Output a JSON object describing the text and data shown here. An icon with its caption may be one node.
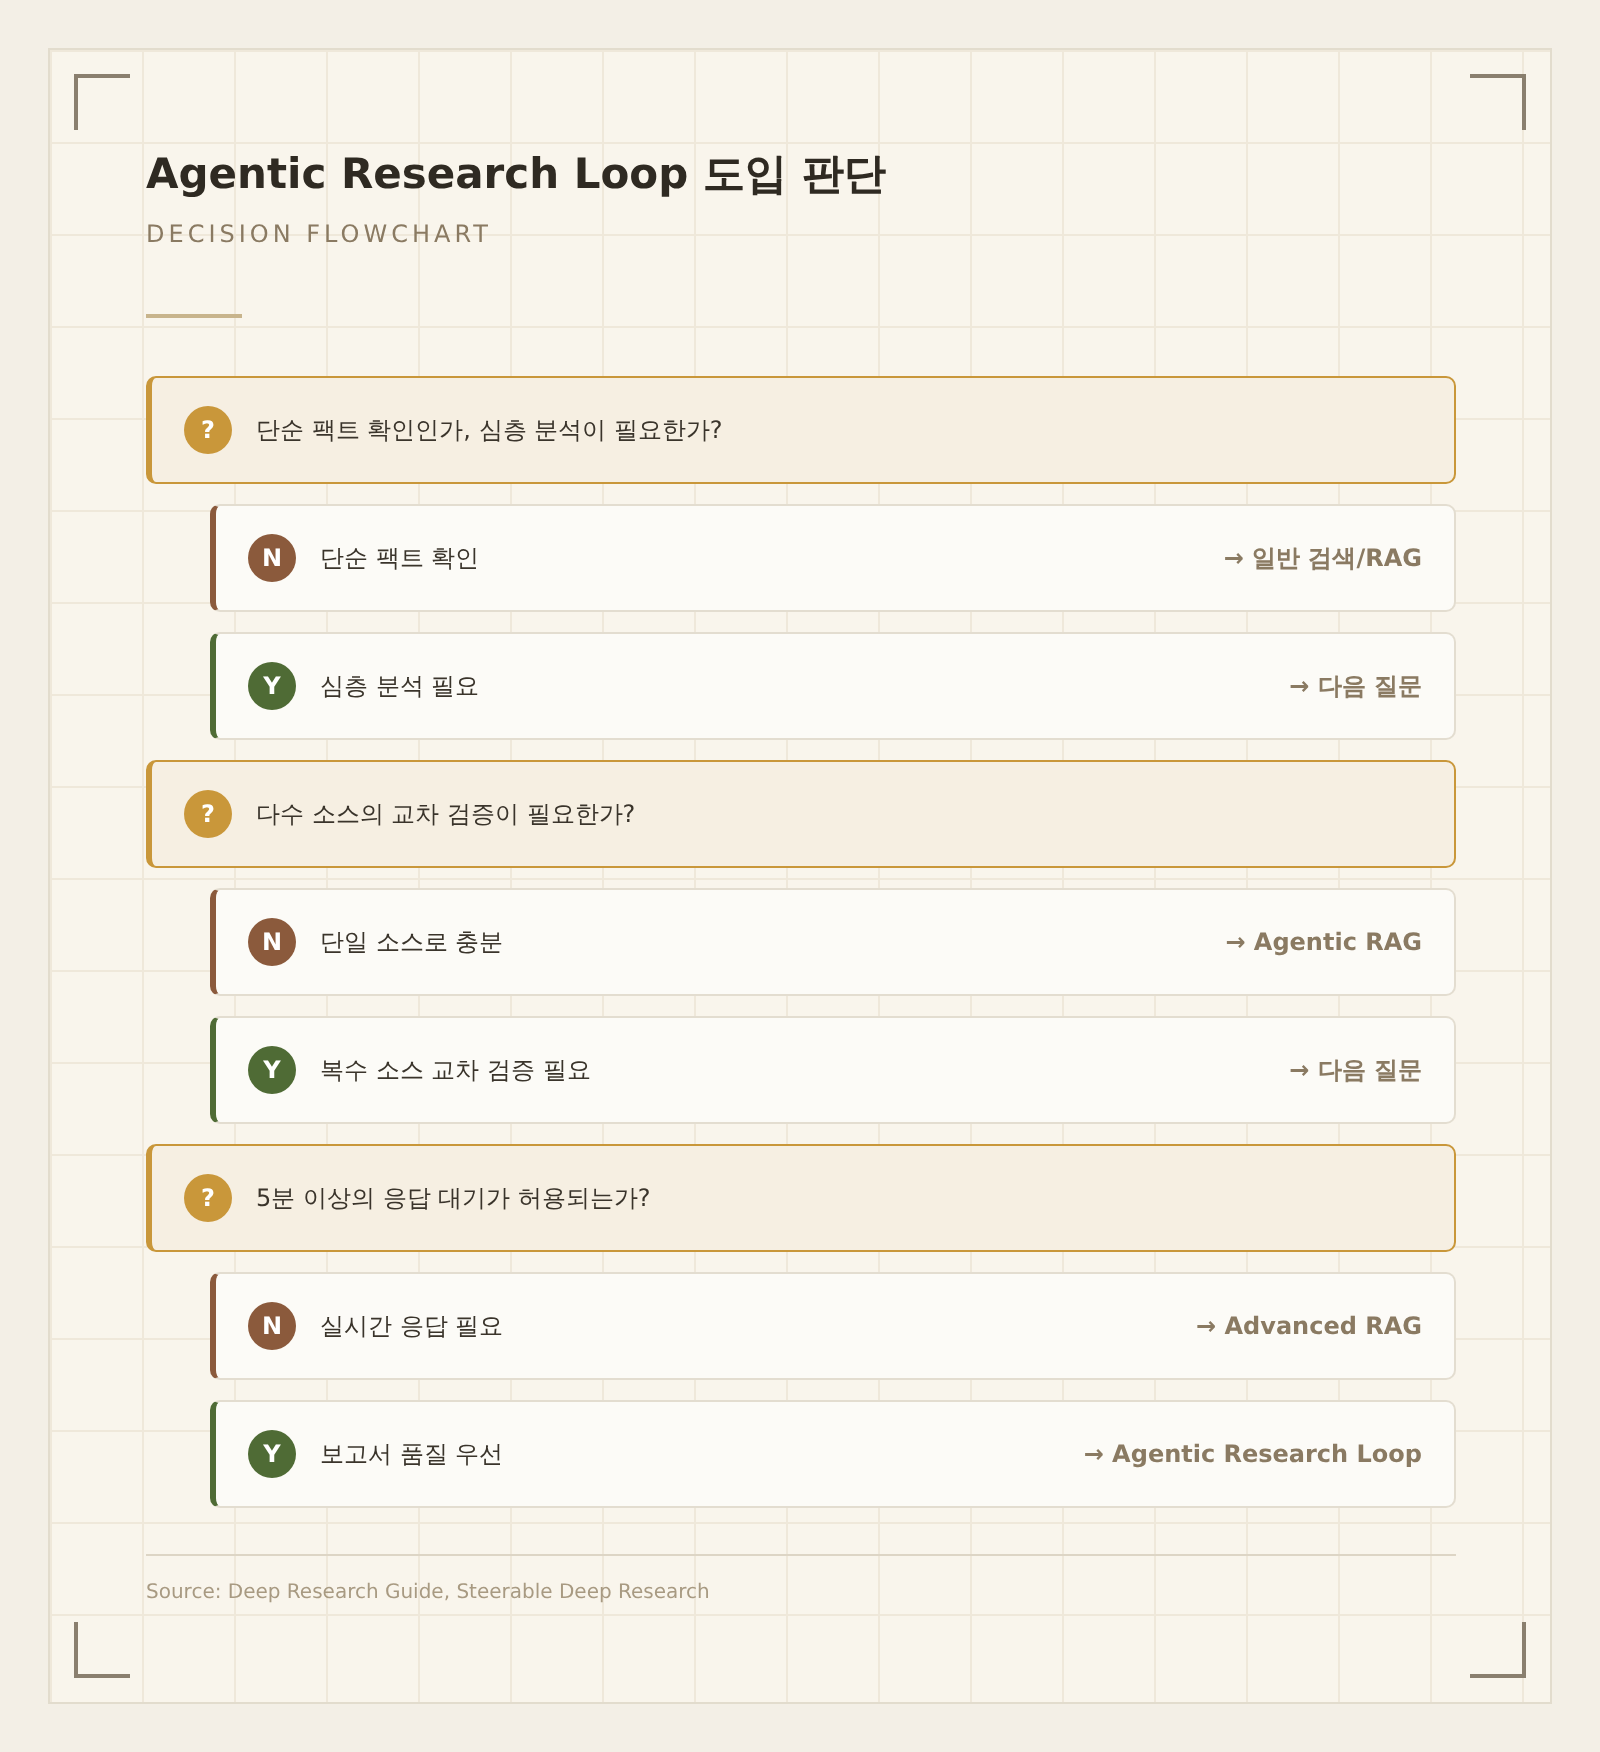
{
  "diagram": {
    "title": "Agentic Research Loop 도입 판단",
    "nodes": [
      {
        "text": [
          "?",
          "단순 팩트 확인인가, 심층 분석이 필요한가?"
        ]
      },
      {
        "text": [
          "N",
          "단순 팩트 확인",
          "→ 일반 검색/RAG"
        ]
      },
      {
        "text": [
          "Y",
          "심층 분석 필요",
          "→ 다음 질문"
        ]
      },
      {
        "text": [
          "?",
          "다수 소스의 교차 검증이 필요한가?"
        ]
      },
      {
        "text": [
          "N",
          "단일 소스로 충분",
          "→ Agentic RAG"
        ]
      },
      {
        "text": [
          "Y",
          "복수 소스 교차 검증 필요",
          "→ 다음 질문"
        ]
      },
      {
        "text": [
          "?",
          "5분 이상의 응답 대기가 허용되는가?"
        ]
      },
      {
        "text": [
          "N",
          "실시간 응답 필요",
          "→ Advanced RAG"
        ]
      },
      {
        "text": [
          "Y",
          "보고서 품질 우선",
          "→ Agentic Research Loop"
        ]
      }
    ],
    "labels": [
      "DECISION FLOWCHART",
      "Source: Deep Research Guide, Steerable Deep Research"
    ]
  }
}
